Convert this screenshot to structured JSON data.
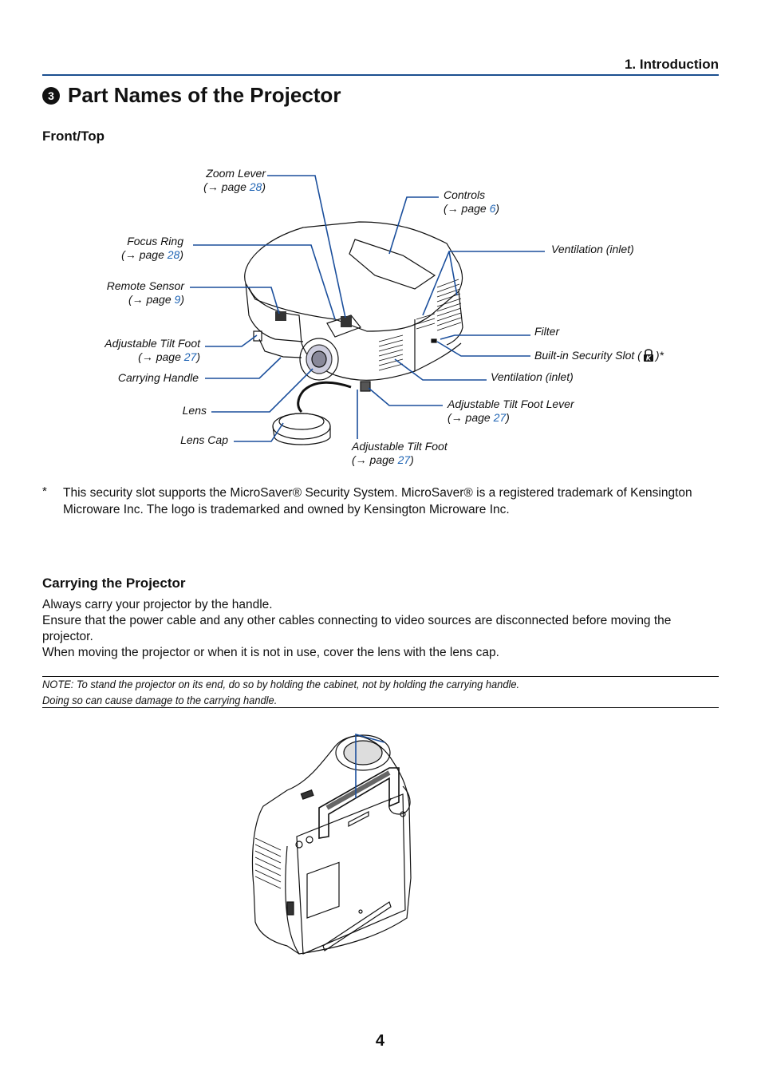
{
  "header": {
    "section": "1. Introduction"
  },
  "title": {
    "bullet": "3",
    "text": "Part Names of the Projector"
  },
  "front_top": {
    "heading": "Front/Top",
    "labels": {
      "zoom_lever": "Zoom Lever",
      "focus_ring": "Focus Ring",
      "remote_sensor": "Remote Sensor",
      "tilt_foot_left": "Adjustable Tilt Foot",
      "carrying_handle": "Carrying Handle",
      "lens": "Lens",
      "lens_cap": "Lens Cap",
      "controls": "Controls",
      "ventilation_inlet_top": "Ventilation (inlet)",
      "filter": "Filter",
      "security_slot": "Built-in Security Slot (",
      "security_slot_suffix": " )*",
      "ventilation_inlet_bottom": "Ventilation (inlet)",
      "tilt_foot_lever": "Adjustable Tilt Foot Lever",
      "tilt_foot_bottom": "Adjustable Tilt Foot"
    },
    "ref_prefix": "(→ page ",
    "ref_suffix": ")",
    "pages": {
      "zoom_lever": "28",
      "focus_ring": "28",
      "remote_sensor": "9",
      "tilt_foot_left": "27",
      "controls": "6",
      "tilt_foot_lever": "27",
      "tilt_foot_bottom": "27"
    }
  },
  "footnote": {
    "marker": "*",
    "text": "This security slot supports the MicroSaver® Security System. MicroSaver® is a registered trademark of Kensington Microware Inc. The logo is trademarked and owned by Kensington Microware Inc."
  },
  "carrying": {
    "heading": "Carrying the Projector",
    "p1": "Always carry your projector by the handle.",
    "p2": "Ensure that the power cable and any other cables connecting to video sources are disconnected before moving the projector.",
    "p3": "When moving the projector or when it is not in use, cover the lens with the lens cap.",
    "note1": "NOTE: To stand the projector on its end, do so by holding the cabinet, not by holding the carrying handle.",
    "note2": "Doing so can cause damage to the carrying handle."
  },
  "page_number": "4",
  "colors": {
    "leader": "#1b4f9c",
    "link": "#1f64b4",
    "rule": "#1b4f8f"
  }
}
